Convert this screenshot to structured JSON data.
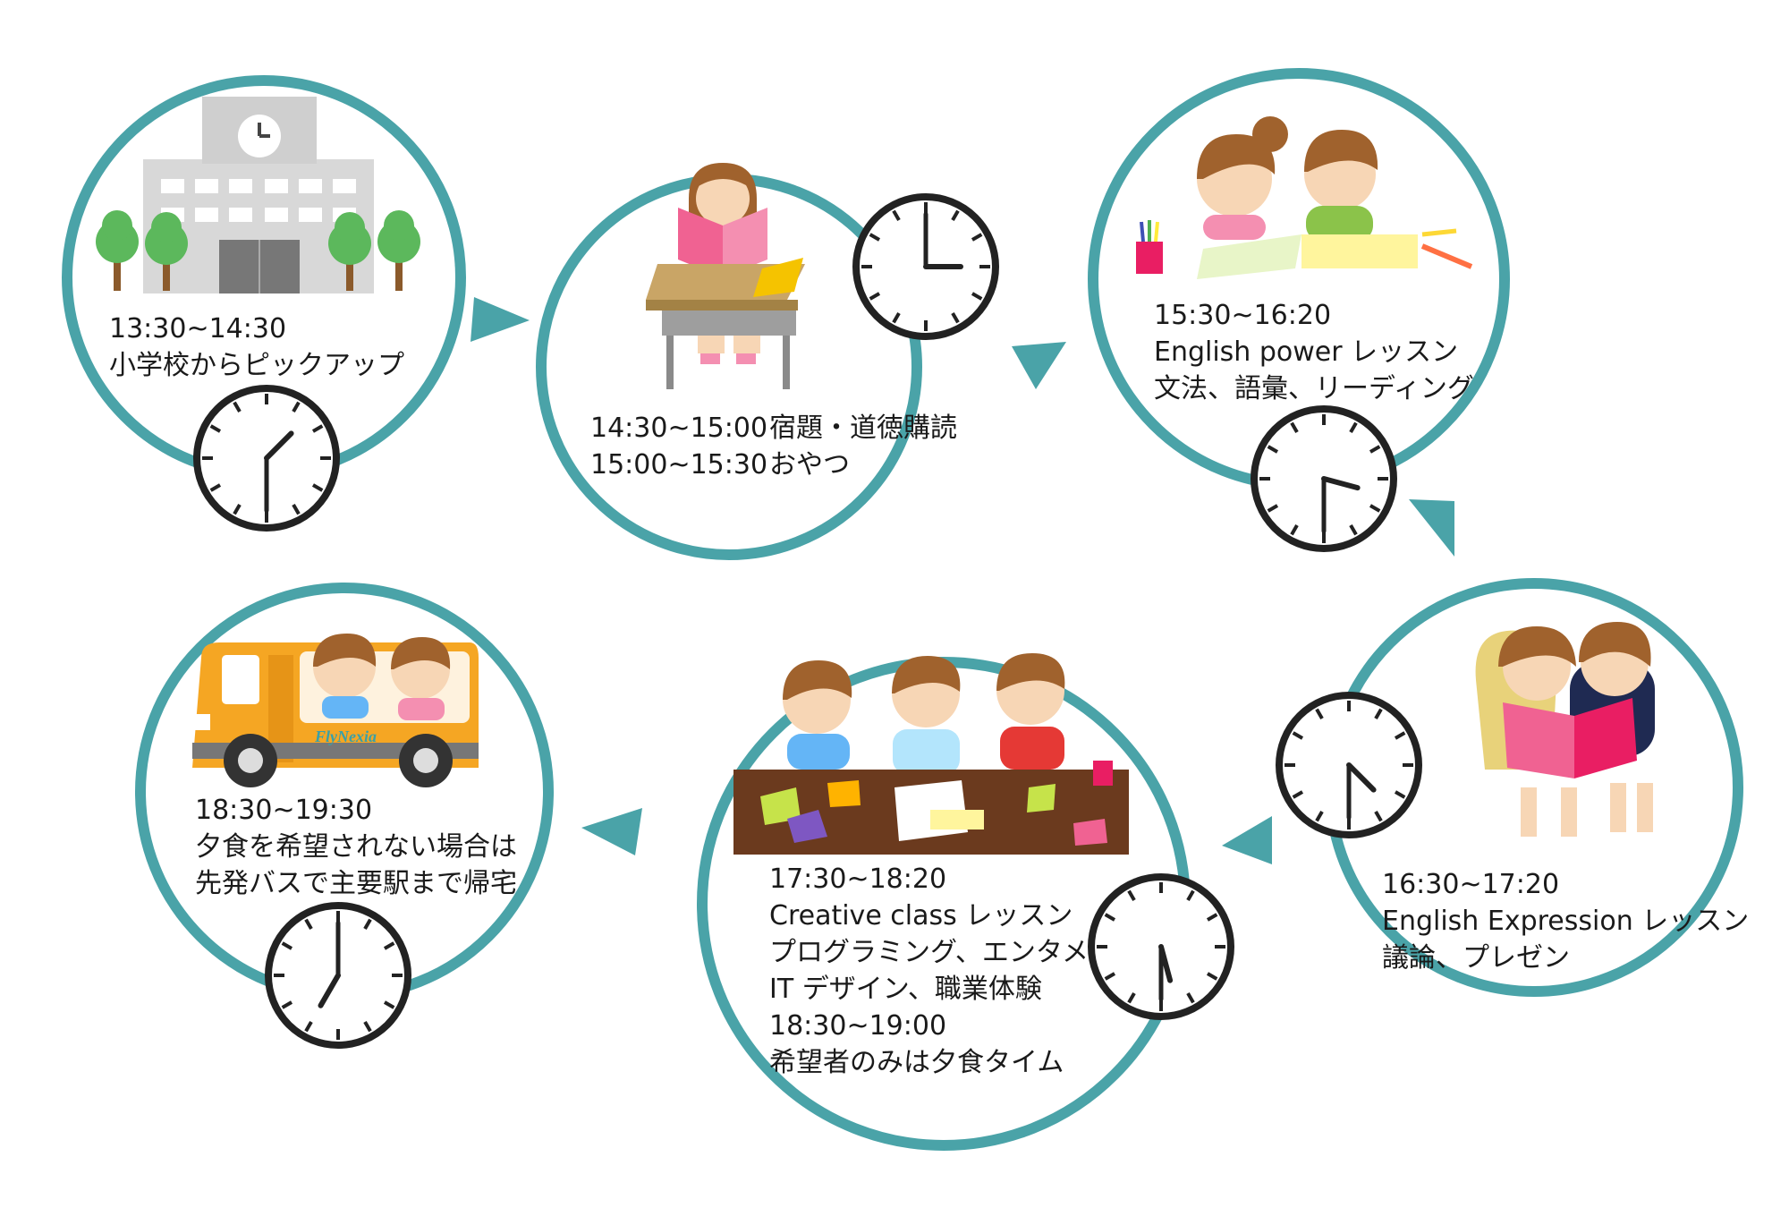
{
  "colors": {
    "ring": "#4aa3a8",
    "arrow": "#4aa3a8",
    "clock": "#222222",
    "bus": "#f5a623",
    "table": "#6b3a1e"
  },
  "steps": [
    {
      "id": "pickup",
      "illustration": "school-building-icon",
      "time": "13:30~14:30",
      "lines": [
        "小学校からピックアップ"
      ],
      "clock": {
        "hour": 1,
        "minute": 30
      }
    },
    {
      "id": "homework",
      "illustration": "child-reading-english-book-icon",
      "schedule": [
        {
          "time": "14:30~15:00",
          "activity": "宿題・道徳購読"
        },
        {
          "time": "15:00~15:30",
          "activity": "おやつ"
        }
      ],
      "clock": {
        "hour": 3,
        "minute": 0
      }
    },
    {
      "id": "english-power",
      "illustration": "children-drawing-icon",
      "time": "15:30~16:20",
      "lines": [
        "English power レッスン",
        "文法、語彙、リーディング"
      ],
      "clock": {
        "hour": 3,
        "minute": 30
      }
    },
    {
      "id": "english-expression",
      "illustration": "children-reading-cake-book-icon",
      "time": "16:30~17:20",
      "lines": [
        "English Expression レッスン",
        "議論、プレゼン"
      ],
      "clock": {
        "hour": 4,
        "minute": 30
      }
    },
    {
      "id": "creative-class",
      "illustration": "children-crafting-icon",
      "time": "17:30~18:20",
      "lines": [
        "Creative class レッスン",
        "プログラミング、エンタメ",
        "IT デザイン、職業体験"
      ],
      "time2": "18:30~19:00",
      "lines2": [
        "希望者のみは夕食タイム"
      ],
      "clock": {
        "hour": 5,
        "minute": 30
      }
    },
    {
      "id": "bus-home",
      "illustration": "school-bus-icon",
      "bus_text": "FlyNexia",
      "time": "18:30~19:30",
      "lines": [
        "夕食を希望されない場合は",
        "先発バスで主要駅まで帰宅"
      ],
      "clock": {
        "hour": 7,
        "minute": 0
      }
    }
  ]
}
